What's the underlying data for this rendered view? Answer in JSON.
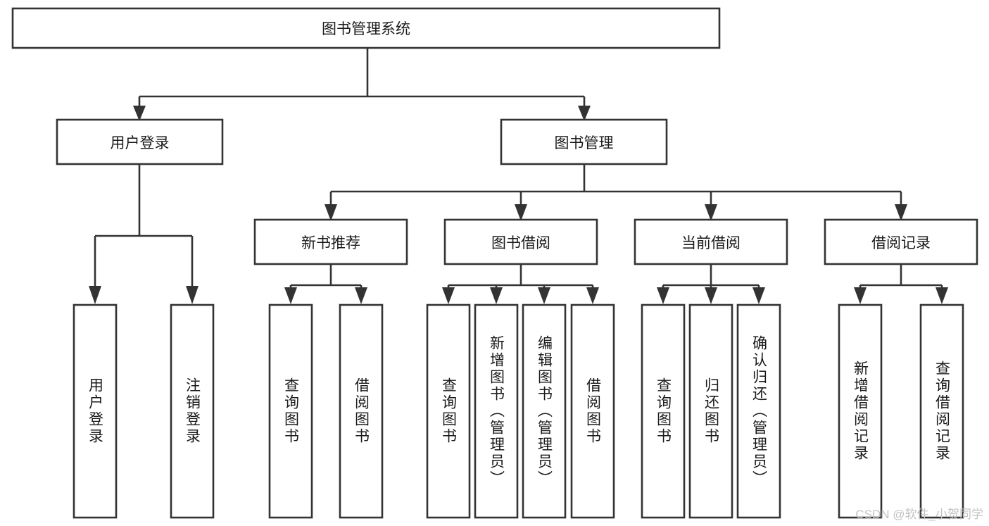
{
  "page": {
    "title": "图书管理系统 功能结构图",
    "background_color": "#ffffff",
    "line_color": "#333333",
    "text_color": "#1a1a1a",
    "watermark": "CSDN @软件_小贺同学",
    "watermark_color": "#c3c3c3"
  },
  "chart_data": {
    "type": "diagram",
    "subtype": "tree",
    "title": "图书管理系统",
    "orientation": "top-down",
    "levels": 4,
    "nodes": [
      {
        "id": "root",
        "label": "图书管理系统",
        "level": 0,
        "orientation": "horizontal",
        "parent": null
      },
      {
        "id": "login",
        "label": "用户登录",
        "level": 1,
        "orientation": "horizontal",
        "parent": "root"
      },
      {
        "id": "bookmgmt",
        "label": "图书管理",
        "level": 1,
        "orientation": "horizontal",
        "parent": "root"
      },
      {
        "id": "newbook",
        "label": "新书推荐",
        "level": 2,
        "orientation": "horizontal",
        "parent": "bookmgmt"
      },
      {
        "id": "borrow",
        "label": "图书借阅",
        "level": 2,
        "orientation": "horizontal",
        "parent": "bookmgmt"
      },
      {
        "id": "current",
        "label": "当前借阅",
        "level": 2,
        "orientation": "horizontal",
        "parent": "bookmgmt"
      },
      {
        "id": "records",
        "label": "借阅记录",
        "level": 2,
        "orientation": "horizontal",
        "parent": "bookmgmt"
      },
      {
        "id": "login-1",
        "label": "用户登录",
        "level": 3,
        "orientation": "vertical",
        "parent": "login"
      },
      {
        "id": "login-2",
        "label": "注销登录",
        "level": 3,
        "orientation": "vertical",
        "parent": "login"
      },
      {
        "id": "newbook-1",
        "label": "查询图书",
        "level": 3,
        "orientation": "vertical",
        "parent": "newbook"
      },
      {
        "id": "newbook-2",
        "label": "借阅图书",
        "level": 3,
        "orientation": "vertical",
        "parent": "newbook"
      },
      {
        "id": "borrow-1",
        "label": "查询图书",
        "level": 3,
        "orientation": "vertical",
        "parent": "borrow"
      },
      {
        "id": "borrow-2",
        "label": "新增图书（管理员）",
        "level": 3,
        "orientation": "vertical",
        "parent": "borrow"
      },
      {
        "id": "borrow-3",
        "label": "编辑图书（管理员）",
        "level": 3,
        "orientation": "vertical",
        "parent": "borrow"
      },
      {
        "id": "borrow-4",
        "label": "借阅图书",
        "level": 3,
        "orientation": "vertical",
        "parent": "borrow"
      },
      {
        "id": "current-1",
        "label": "查询图书",
        "level": 3,
        "orientation": "vertical",
        "parent": "current"
      },
      {
        "id": "current-2",
        "label": "归还图书",
        "level": 3,
        "orientation": "vertical",
        "parent": "current"
      },
      {
        "id": "current-3",
        "label": "确认归还（管理员）",
        "level": 3,
        "orientation": "vertical",
        "parent": "current"
      },
      {
        "id": "records-1",
        "label": "新增借阅记录",
        "level": 3,
        "orientation": "vertical",
        "parent": "records"
      },
      {
        "id": "records-2",
        "label": "查询借阅记录",
        "level": 3,
        "orientation": "vertical",
        "parent": "records"
      }
    ],
    "edges": [
      {
        "from": "root",
        "to": "login"
      },
      {
        "from": "root",
        "to": "bookmgmt"
      },
      {
        "from": "bookmgmt",
        "to": "newbook"
      },
      {
        "from": "bookmgmt",
        "to": "borrow"
      },
      {
        "from": "bookmgmt",
        "to": "current"
      },
      {
        "from": "bookmgmt",
        "to": "records"
      },
      {
        "from": "login",
        "to": "login-1"
      },
      {
        "from": "login",
        "to": "login-2"
      },
      {
        "from": "newbook",
        "to": "newbook-1"
      },
      {
        "from": "newbook",
        "to": "newbook-2"
      },
      {
        "from": "borrow",
        "to": "borrow-1"
      },
      {
        "from": "borrow",
        "to": "borrow-2"
      },
      {
        "from": "borrow",
        "to": "borrow-3"
      },
      {
        "from": "borrow",
        "to": "borrow-4"
      },
      {
        "from": "current",
        "to": "current-1"
      },
      {
        "from": "current",
        "to": "current-2"
      },
      {
        "from": "current",
        "to": "current-3"
      },
      {
        "from": "records",
        "to": "records-1"
      },
      {
        "from": "records",
        "to": "records-2"
      }
    ]
  },
  "labels": {
    "root": "图书管理系统",
    "login": "用户登录",
    "bookmgmt": "图书管理",
    "newbook": "新书推荐",
    "borrow": "图书借阅",
    "current": "当前借阅",
    "records": "借阅记录",
    "login_1": "用户登录",
    "login_2": "注销登录",
    "newbook_1": "查询图书",
    "newbook_2": "借阅图书",
    "borrow_1": "查询图书",
    "borrow_2": "新增图书（管理员）",
    "borrow_3": "编辑图书（管理员）",
    "borrow_4": "借阅图书",
    "current_1": "查询图书",
    "current_2": "归还图书",
    "current_3": "确认归还（管理员）",
    "records_1": "新增借阅记录",
    "records_2": "查询借阅记录"
  }
}
